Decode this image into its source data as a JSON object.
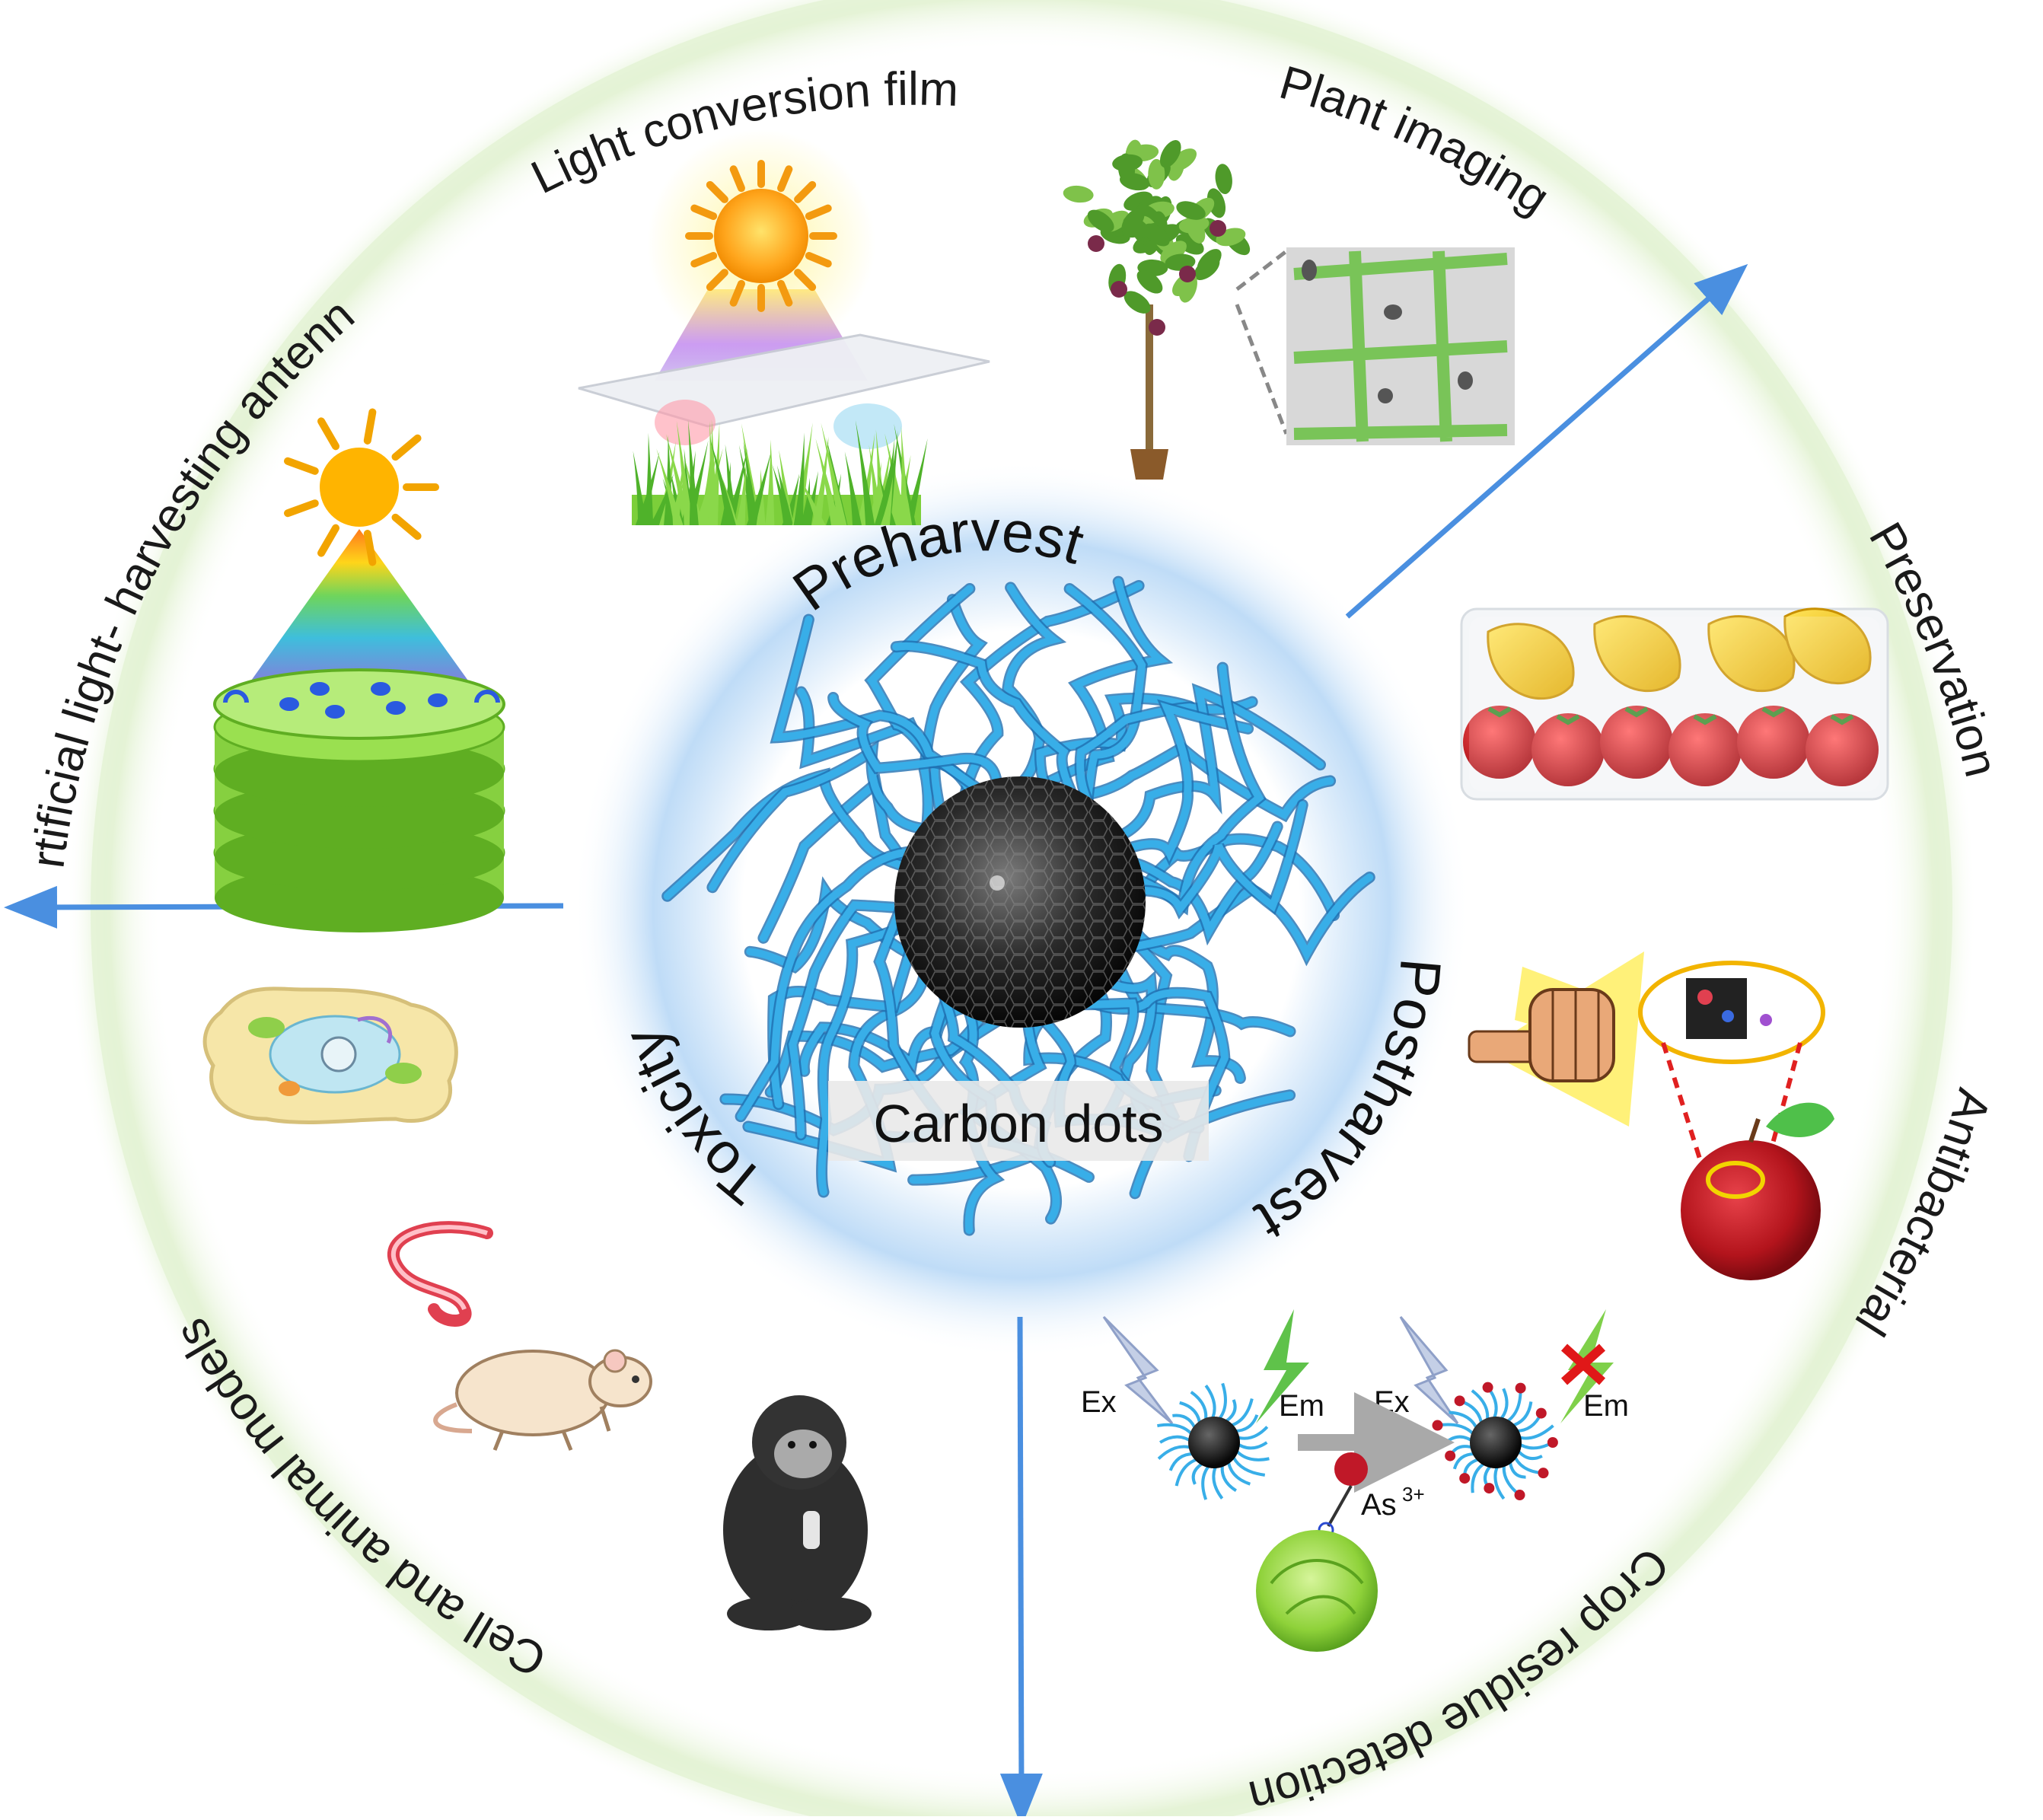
{
  "center": {
    "title": "Carbon dots",
    "sectors": [
      "Preharvest",
      "Postharvest",
      "Toxicity"
    ]
  },
  "applications": {
    "light_conversion_film": "Light conversion film",
    "plant_imaging": "Plant imaging",
    "preservation": "Preservation",
    "antibacterial": "Antibacterial",
    "crop_residue_detection": "Crop residue detection",
    "cell_animal_models": "Cell and animal models",
    "light_harvesting_antenna": "Artificial light- harvesting antenna"
  },
  "sensing": {
    "ex1": "Ex",
    "em1": "Em",
    "ex2": "Ex",
    "em2": "Em",
    "ion": "As",
    "ion_charge": "3+"
  },
  "colors": {
    "outer_ring": "#dcefc8",
    "inner_glow": "#9fc9f2",
    "arrow": "#4a8fe0",
    "strand": "#2f9fe0",
    "core": "#1b1b1b"
  },
  "icons": [
    "sun-icon",
    "grass-icon",
    "tree-icon",
    "cells-icon",
    "fruit-package-icon",
    "fist-icon",
    "apple-icon",
    "cabbage-icon",
    "plant-cell-icon",
    "worm-icon",
    "mouse-icon",
    "chimpanzee-icon",
    "antenna-cylinder-icon",
    "lightning-icon"
  ]
}
